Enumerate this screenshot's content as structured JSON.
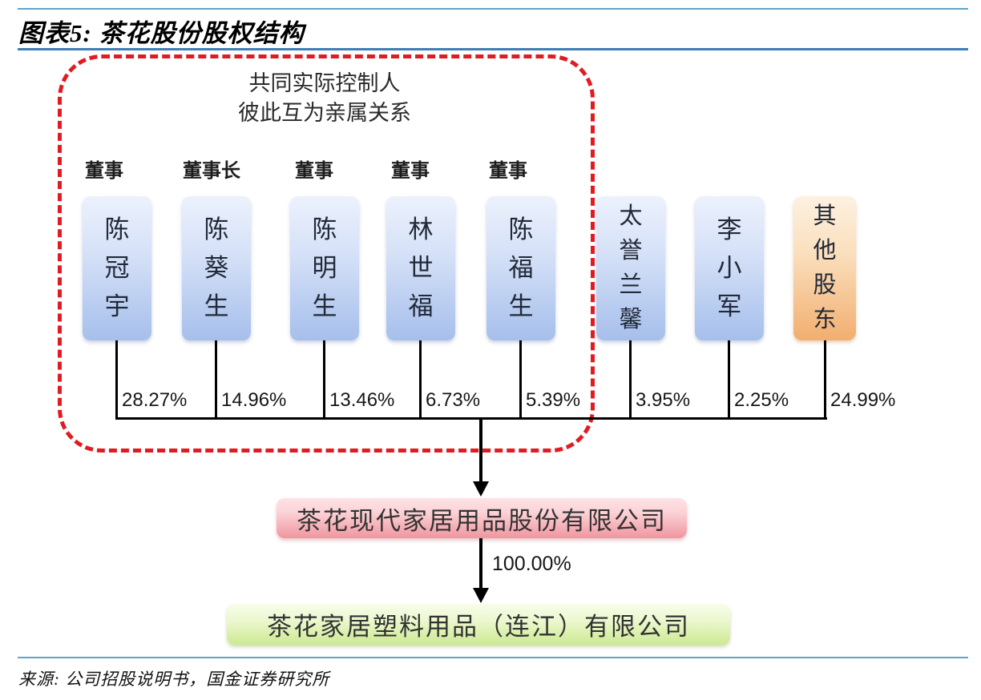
{
  "header": {
    "title": "图表5: 茶花股份股权结构"
  },
  "group_box": {
    "line1": "共同实际控制人",
    "line2": "彼此互为亲属关系"
  },
  "shareholders": [
    {
      "role": "董事",
      "name": "陈冠宇",
      "pct": "28.27%"
    },
    {
      "role": "董事长",
      "name": "陈葵生",
      "pct": "14.96%"
    },
    {
      "role": "董事",
      "name": "陈明生",
      "pct": "13.46%"
    },
    {
      "role": "董事",
      "name": "林世福",
      "pct": "6.73%"
    },
    {
      "role": "董事",
      "name": "陈福生",
      "pct": "5.39%"
    },
    {
      "role": "",
      "name": "太誉兰馨",
      "pct": "3.95%"
    },
    {
      "role": "",
      "name": "李小军",
      "pct": "2.25%"
    },
    {
      "role": "",
      "name": "其他股东",
      "pct": "24.99%"
    }
  ],
  "companies": {
    "parent": "茶花现代家居用品股份有限公司",
    "ownership": "100.00%",
    "subsidiary": "茶花家居塑料用品（连江）有限公司"
  },
  "footer": {
    "source": "来源: 公司招股说明书，国金证券研究所"
  },
  "colors": {
    "rule_light_blue": "#5ba6c9",
    "rule_dark_blue": "#3f7db8",
    "group_dash_red": "#e01b22",
    "shareholder_blue": "#a6bfeb",
    "other_shareholder_orange": "#f2ae6f",
    "parent_pink": "#f0959f",
    "subsidiary_green": "#cde992",
    "connector_black": "#000000"
  }
}
